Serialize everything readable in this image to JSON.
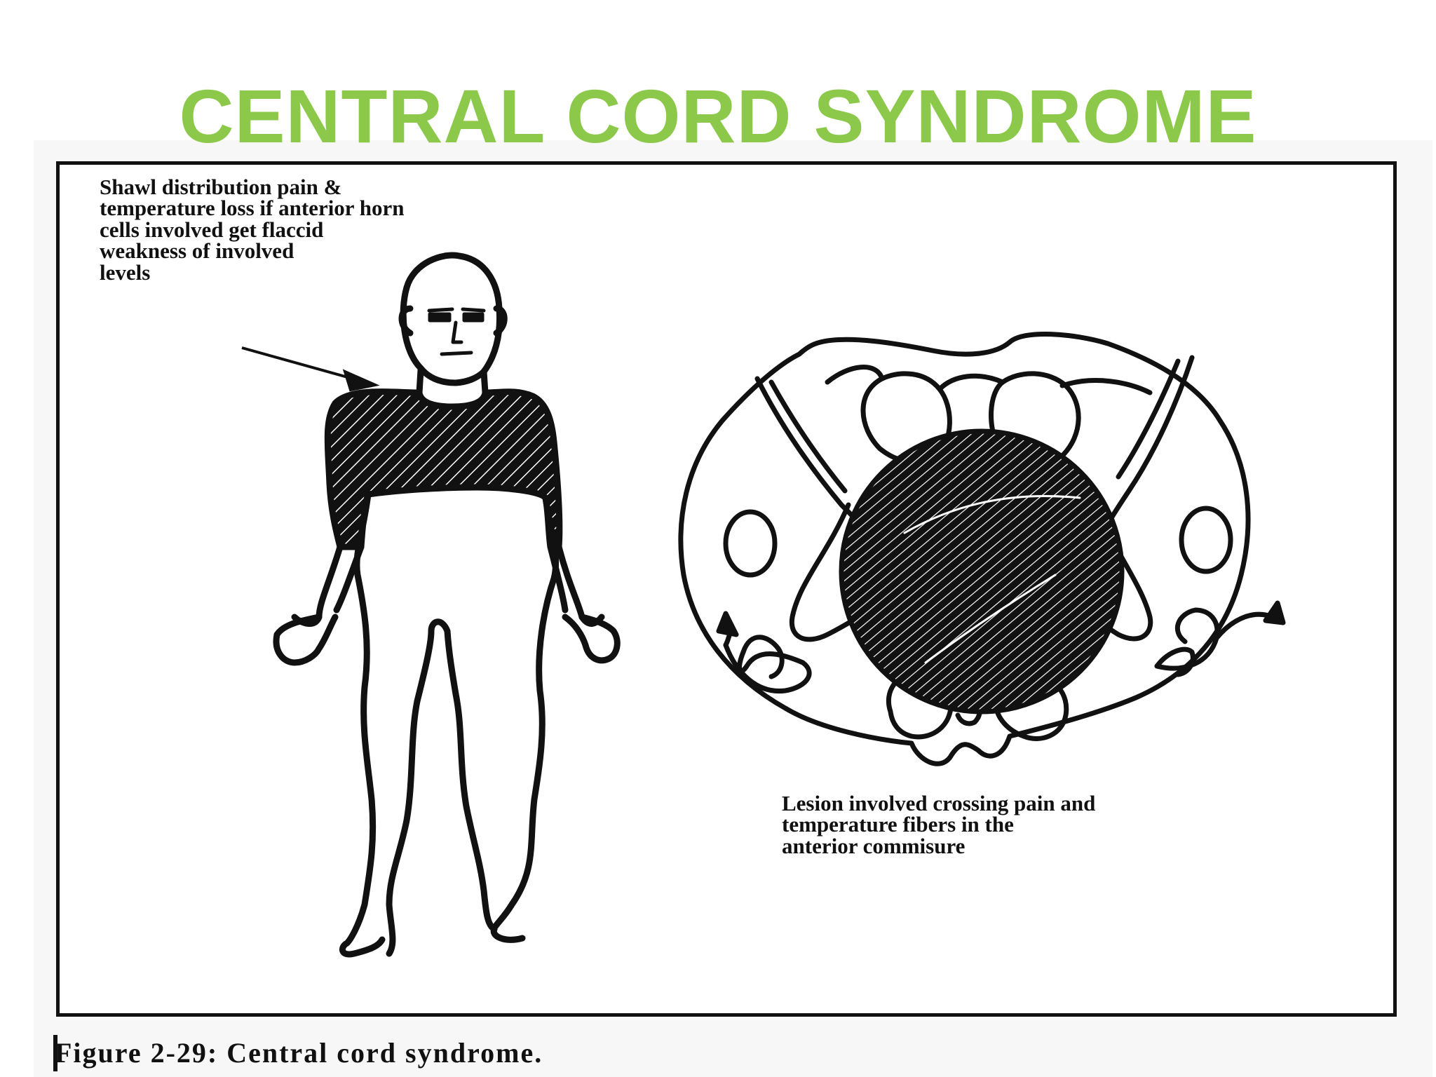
{
  "slide": {
    "title": "CENTRAL CORD SYNDROME",
    "title_color": "#8cc94b"
  },
  "figure": {
    "body_annotation": "Shawl distribution pain &\ntemperature loss if anterior horn\ncells involved get flaccid\nweakness of involved\nlevels",
    "cord_annotation": "Lesion involved crossing pain and\ntemperature fibers in the\nanterior commisure",
    "caption": "Figure 2-29: Central cord syndrome."
  },
  "icons": {
    "arrow": "pointer-arrow-icon"
  }
}
